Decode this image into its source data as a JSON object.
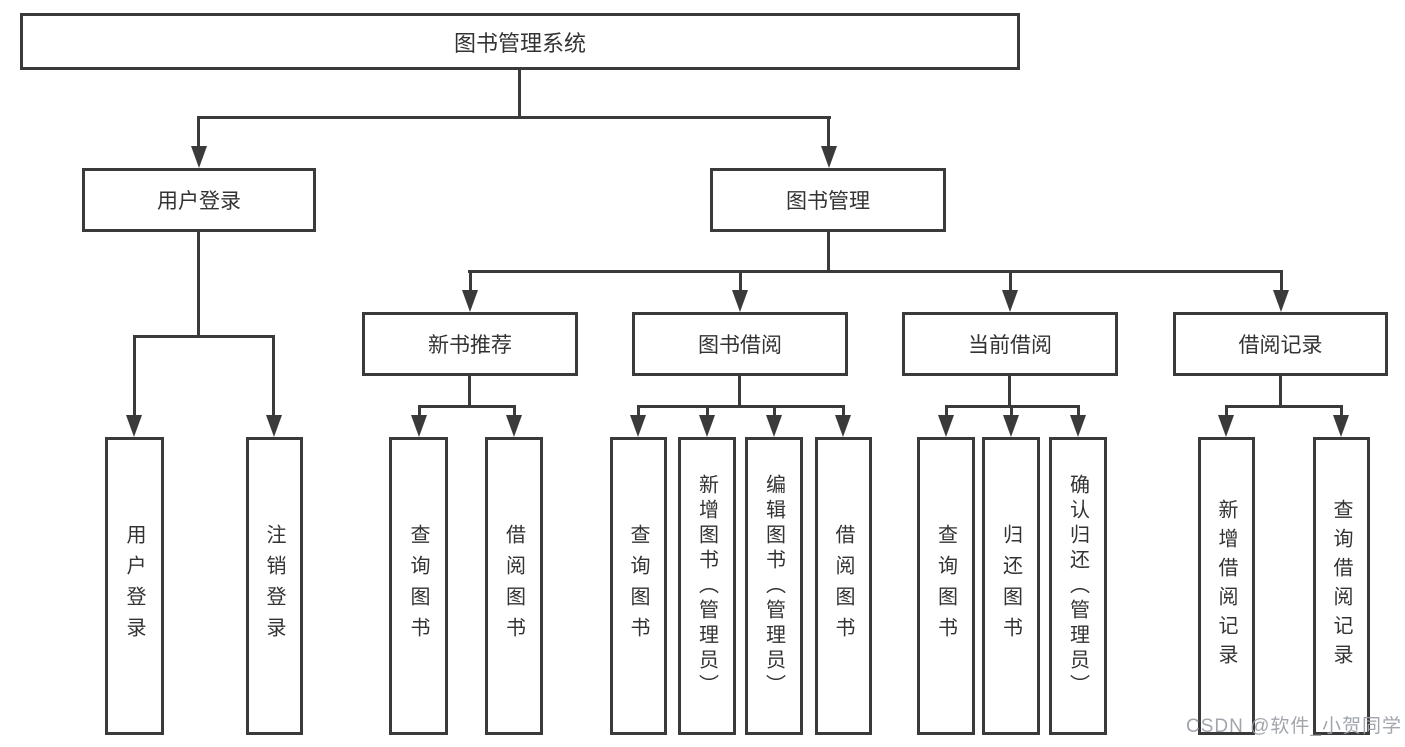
{
  "colors": {
    "line": "#3a3a3a",
    "text": "#333333",
    "background": "#ffffff",
    "watermark": "#9ca1a9"
  },
  "tree": {
    "root": {
      "label": "图书管理系统"
    },
    "branches": [
      {
        "label": "用户登录",
        "leaves": [
          "用户登录",
          "注销登录"
        ]
      },
      {
        "label": "图书管理",
        "groups": [
          {
            "label": "新书推荐",
            "leaves": [
              "查询图书",
              "借阅图书"
            ]
          },
          {
            "label": "图书借阅",
            "leaves": [
              "查询图书",
              "新增图书（管理员）",
              "编辑图书（管理员）",
              "借阅图书"
            ]
          },
          {
            "label": "当前借阅",
            "leaves": [
              "查询图书",
              "归还图书",
              "确认归还（管理员）"
            ]
          },
          {
            "label": "借阅记录",
            "leaves": [
              "新增借阅记录",
              "查询借阅记录"
            ]
          }
        ]
      }
    ]
  },
  "watermark": {
    "text": "CSDN @软件_小贺同学"
  }
}
